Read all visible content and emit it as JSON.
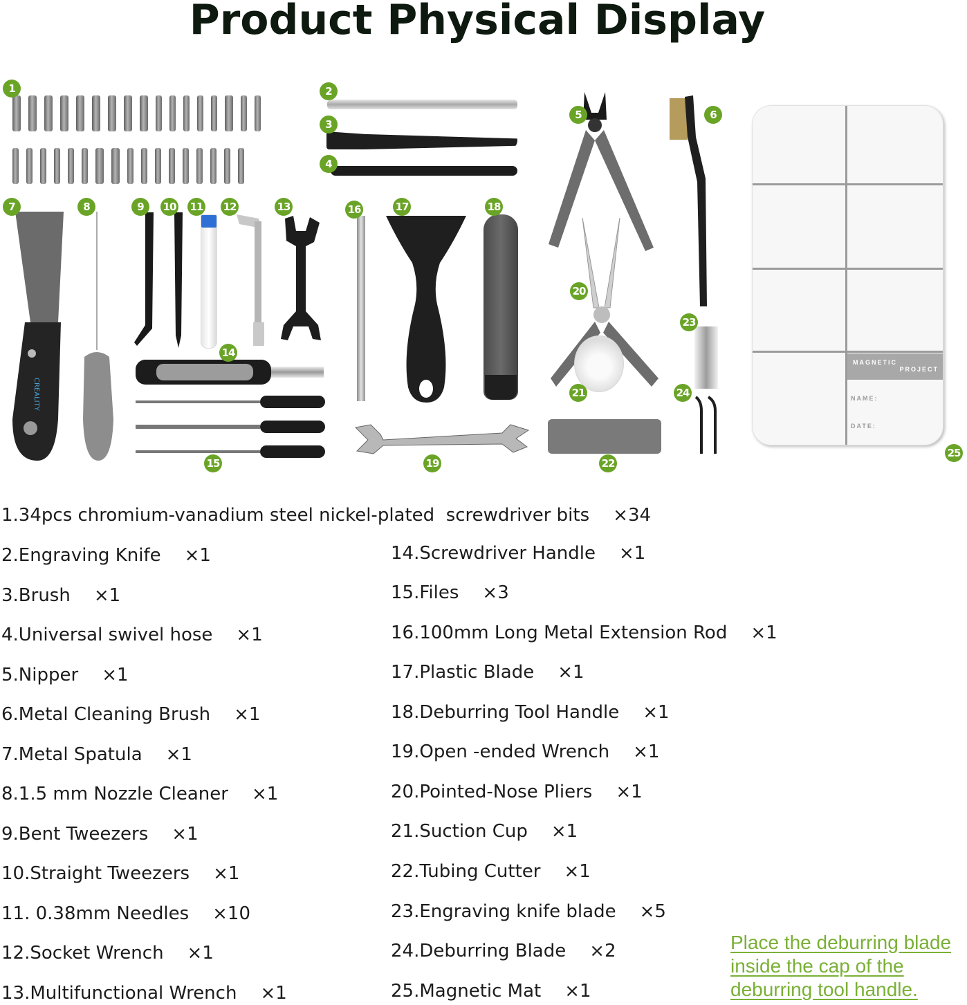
{
  "page": {
    "title": "Product Physical Display",
    "accent_color": "#6aa427",
    "note_color": "#7ab036"
  },
  "badges": [
    "1",
    "2",
    "3",
    "4",
    "5",
    "6",
    "7",
    "8",
    "9",
    "10",
    "11",
    "12",
    "13",
    "14",
    "15",
    "16",
    "17",
    "18",
    "19",
    "20",
    "21",
    "22",
    "23",
    "24",
    "25"
  ],
  "mat": {
    "label_line1": "MAGNETIC",
    "label_line2": "PROJECT",
    "name_field": "NAME:",
    "date_field": "DATE:"
  },
  "brand_text": "CREALITY",
  "list_left": [
    {
      "label": "1.34pcs chromium-vanadium steel nickel-plated  screwdriver bits",
      "qty": "×34"
    },
    {
      "label": "2.Engraving Knife",
      "qty": "×1"
    },
    {
      "label": "3.Brush",
      "qty": "×1"
    },
    {
      "label": "4.Universal swivel hose",
      "qty": "×1"
    },
    {
      "label": "5.Nipper",
      "qty": "×1"
    },
    {
      "label": "6.Metal Cleaning Brush",
      "qty": "×1"
    },
    {
      "label": "7.Metal Spatula",
      "qty": "×1"
    },
    {
      "label": "8.1.5 mm Nozzle Cleaner",
      "qty": "×1"
    },
    {
      "label": "9.Bent Tweezers",
      "qty": "×1"
    },
    {
      "label": "10.Straight Tweezers",
      "qty": "×1"
    },
    {
      "label": "11. 0.38mm Needles",
      "qty": "×10"
    },
    {
      "label": "12.Socket Wrench",
      "qty": "×1"
    },
    {
      "label": "13.Multifunctional Wrench",
      "qty": "×1"
    }
  ],
  "list_right": [
    {
      "label": "14.Screwdriver Handle",
      "qty": "×1"
    },
    {
      "label": "15.Files",
      "qty": "×3"
    },
    {
      "label": "16.100mm Long Metal Extension Rod",
      "qty": "×1"
    },
    {
      "label": "17.Plastic Blade",
      "qty": "×1"
    },
    {
      "label": "18.Deburring Tool Handle",
      "qty": "×1"
    },
    {
      "label": "19.Open -ended Wrench",
      "qty": "×1"
    },
    {
      "label": "20.Pointed-Nose Pliers",
      "qty": "×1"
    },
    {
      "label": "21.Suction Cup",
      "qty": "×1"
    },
    {
      "label": "22.Tubing Cutter",
      "qty": "×1"
    },
    {
      "label": "23.Engraving knife blade",
      "qty": "×5"
    },
    {
      "label": "24.Deburring Blade",
      "qty": "×2"
    },
    {
      "label": "25.Magnetic Mat",
      "qty": "×1"
    }
  ],
  "note": "Place the deburring blade inside the cap of the deburring tool handle."
}
